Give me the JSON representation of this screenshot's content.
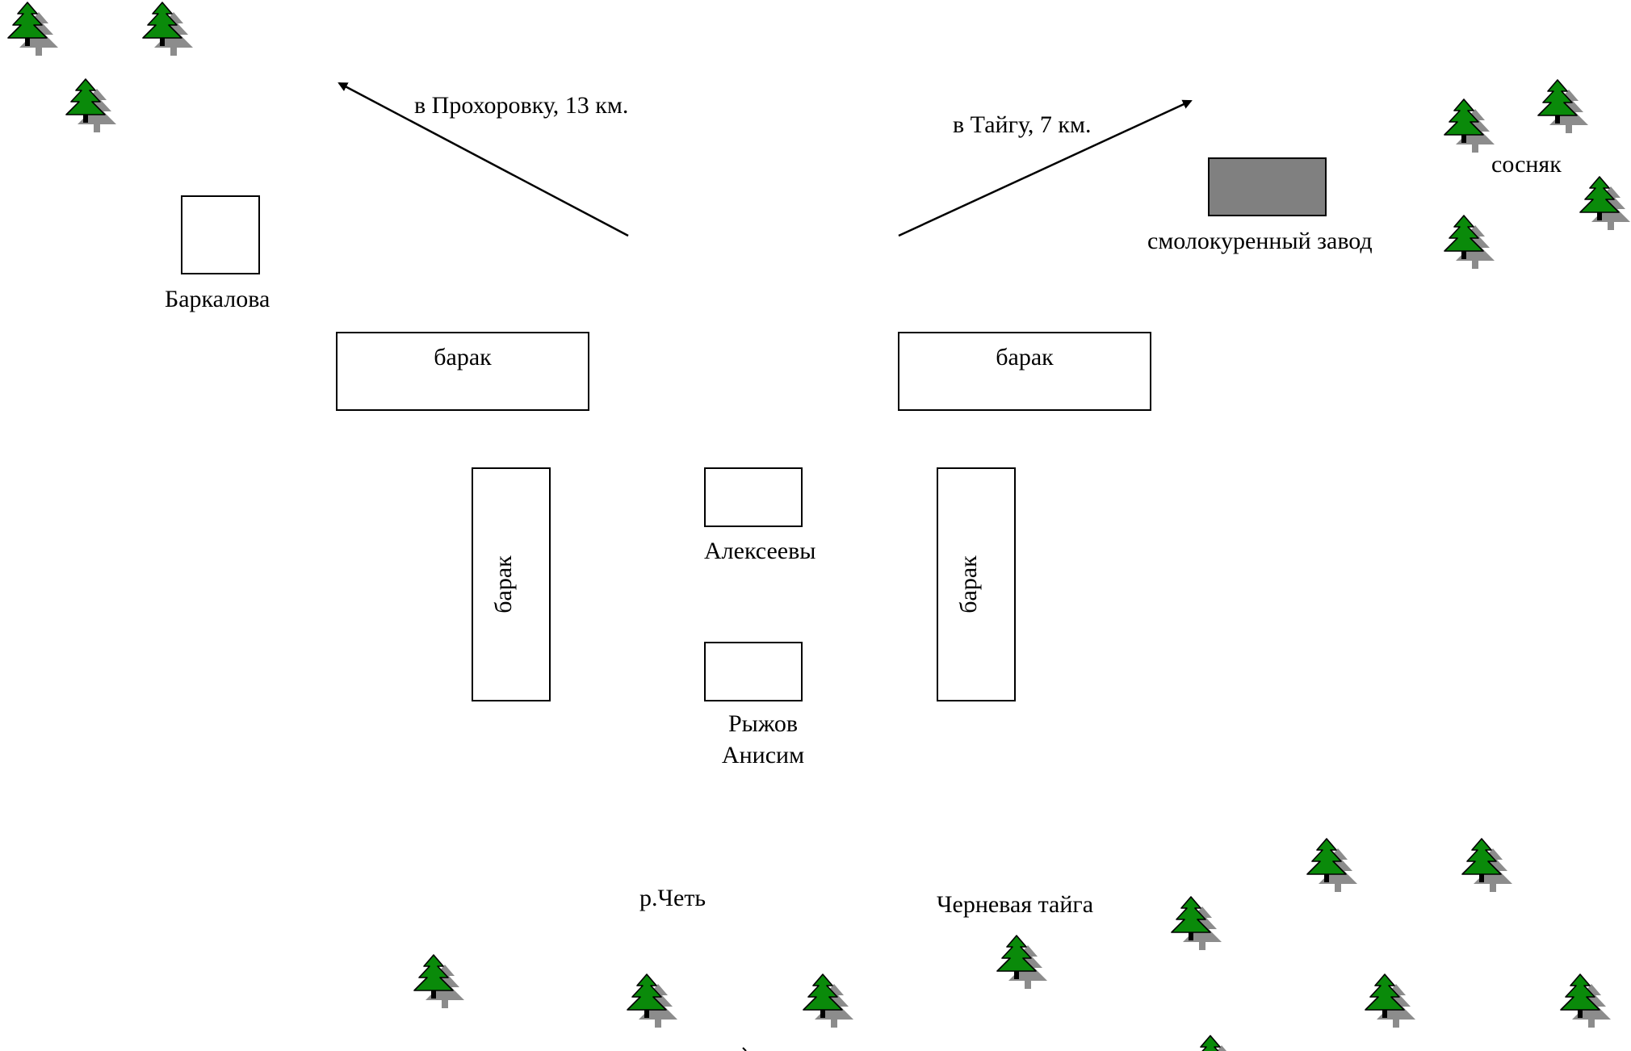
{
  "colors": {
    "tree_green": "#0a8a0a",
    "tree_shadow": "#8c8c8c",
    "factory_fill": "#808080",
    "outline": "#000000"
  },
  "labels": {
    "road_prokhorovka": "в Прохоровку, 13 км.",
    "road_taiga": "в Тайгу, 7 км.",
    "barkalova": "Баркалова",
    "factory": "смолокуренный завод",
    "pine_forest": "сосняк",
    "barrack_top_left": "барак",
    "barrack_top_right": "барак",
    "barrack_left": "барак",
    "barrack_right": "барак",
    "alekseevy": "Алексеевы",
    "ryzhov_line1": "Рыжов",
    "ryzhov_line2": "Анисим",
    "river": "р.Четь",
    "black_taiga": "Черневая тайга"
  },
  "icons": {
    "tree": "fir-tree-icon",
    "arrow": "arrowhead-icon"
  }
}
